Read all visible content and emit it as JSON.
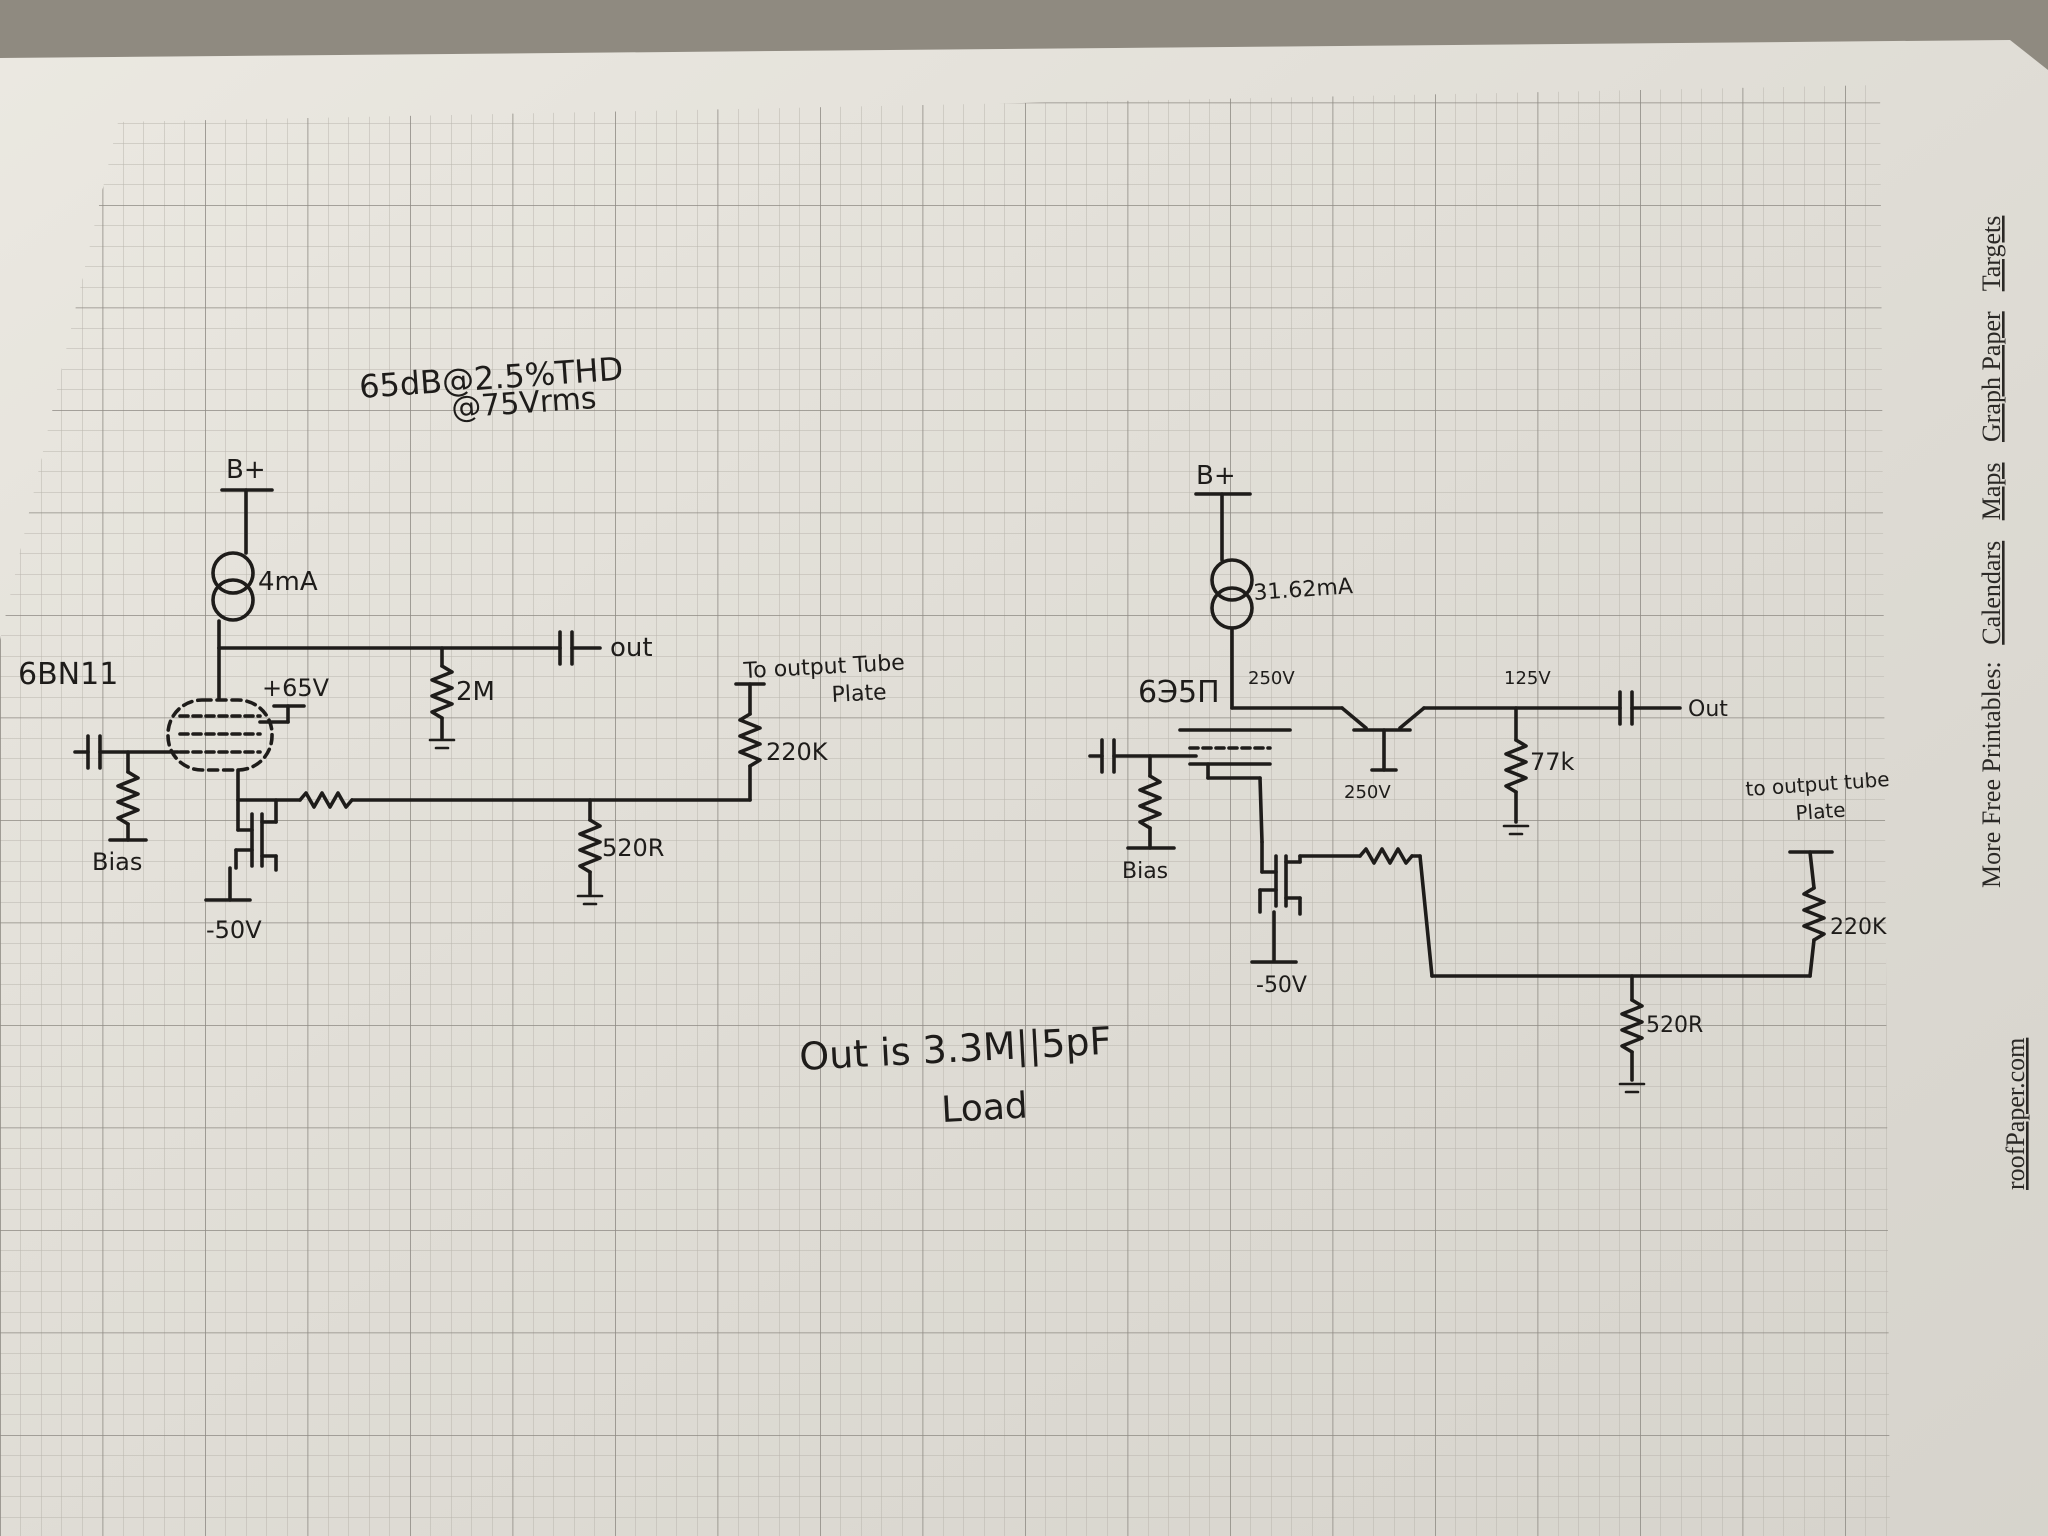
{
  "colors": {
    "paper": "#e9e6de",
    "grid_minor": "#b9b5ad",
    "grid_major": "#8e8a83",
    "ink": "#1e1c1a",
    "background": "#8f8a80"
  },
  "notes": {
    "spec_line1": "65dB@2.5%THD",
    "spec_line2": "@75Vrms",
    "load_line1": "Out is 3.3M||5pF",
    "load_line2": "Load"
  },
  "left_circuit": {
    "tube": "6BN11",
    "supply_top": "B+",
    "ccs_current": "4mA",
    "screen_voltage": "+65V",
    "plate_resistor": "2M",
    "out_label": "out",
    "feedback_note_line1": "To output Tube",
    "feedback_note_line2": "Plate",
    "feedback_resistor": "220K",
    "shunt_resistor": "520R",
    "bias_label": "Bias",
    "supply_bottom": "-50V"
  },
  "right_circuit": {
    "tube": "6Э5П",
    "supply_top": "B+",
    "ccs_current": "31.62mA",
    "plate_voltage": "250V",
    "follower_gate_voltage": "250V",
    "out_voltage": "125V",
    "load_resistor": "77k",
    "out_label": "Out",
    "feedback_note_line1": "to output tube",
    "feedback_note_line2": "Plate",
    "feedback_resistor": "220K",
    "shunt_resistor": "520R",
    "bias_label": "Bias",
    "supply_bottom": "-50V"
  },
  "sidebar": {
    "prefix": "More Free Printables:",
    "links": [
      "Calendars",
      "Maps",
      "Graph Paper",
      "Targets"
    ],
    "site": "roofPaper.com"
  }
}
